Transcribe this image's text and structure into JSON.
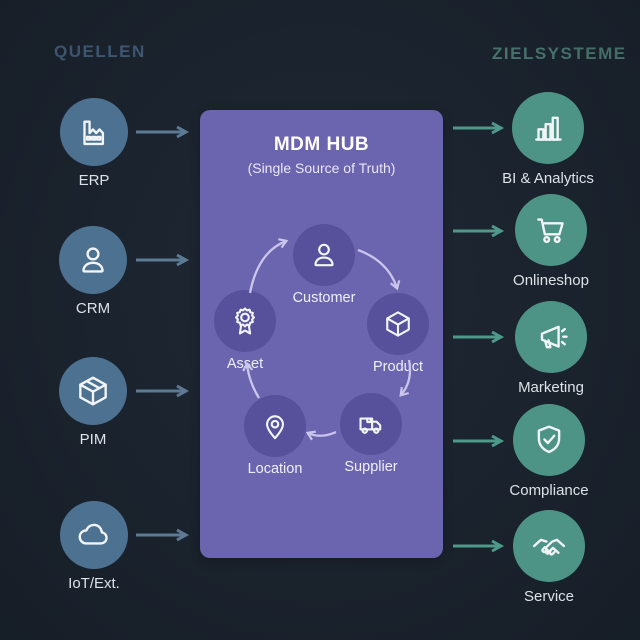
{
  "colors": {
    "background": "#1b2430",
    "source_circle": "#4d7191",
    "target_circle": "#4d9487",
    "source_arrow": "#5d7a94",
    "target_arrow": "#4e9989",
    "hub_bg": "#6b64ae",
    "hub_entity_circle": "#57509a",
    "hub_arrow": "#c9c5ec",
    "sources_heading_color": "#44607f",
    "targets_heading_color": "#4f7f79",
    "label_color": "#dde1e8",
    "hub_label_color": "#eef0f8",
    "hub_title_color": "#ffffff",
    "hub_subtitle_color": "#e9e7f6",
    "icon_stroke": "#f2f5f8"
  },
  "headings": {
    "sources": "QUELLEN",
    "targets": "ZIELSYSTEME"
  },
  "sources": [
    {
      "label": "ERP",
      "icon": "factory-icon"
    },
    {
      "label": "CRM",
      "icon": "person-icon"
    },
    {
      "label": "PIM",
      "icon": "package-icon"
    },
    {
      "label": "IoT/Ext.",
      "icon": "cloud-icon"
    }
  ],
  "hub": {
    "title": "MDM HUB",
    "subtitle": "(Single Source of Truth)",
    "entities": [
      {
        "label": "Customer",
        "icon": "person-icon"
      },
      {
        "label": "Product",
        "icon": "cube-icon"
      },
      {
        "label": "Supplier",
        "icon": "truck-icon"
      },
      {
        "label": "Location",
        "icon": "map-pin-icon"
      },
      {
        "label": "Asset",
        "icon": "award-ribbon-icon"
      }
    ]
  },
  "targets": [
    {
      "label": "BI & Analytics",
      "icon": "bar-chart-icon"
    },
    {
      "label": "Onlineshop",
      "icon": "shopping-cart-icon"
    },
    {
      "label": "Marketing",
      "icon": "megaphone-icon"
    },
    {
      "label": "Compliance",
      "icon": "shield-check-icon"
    },
    {
      "label": "Service",
      "icon": "handshake-icon"
    }
  ]
}
